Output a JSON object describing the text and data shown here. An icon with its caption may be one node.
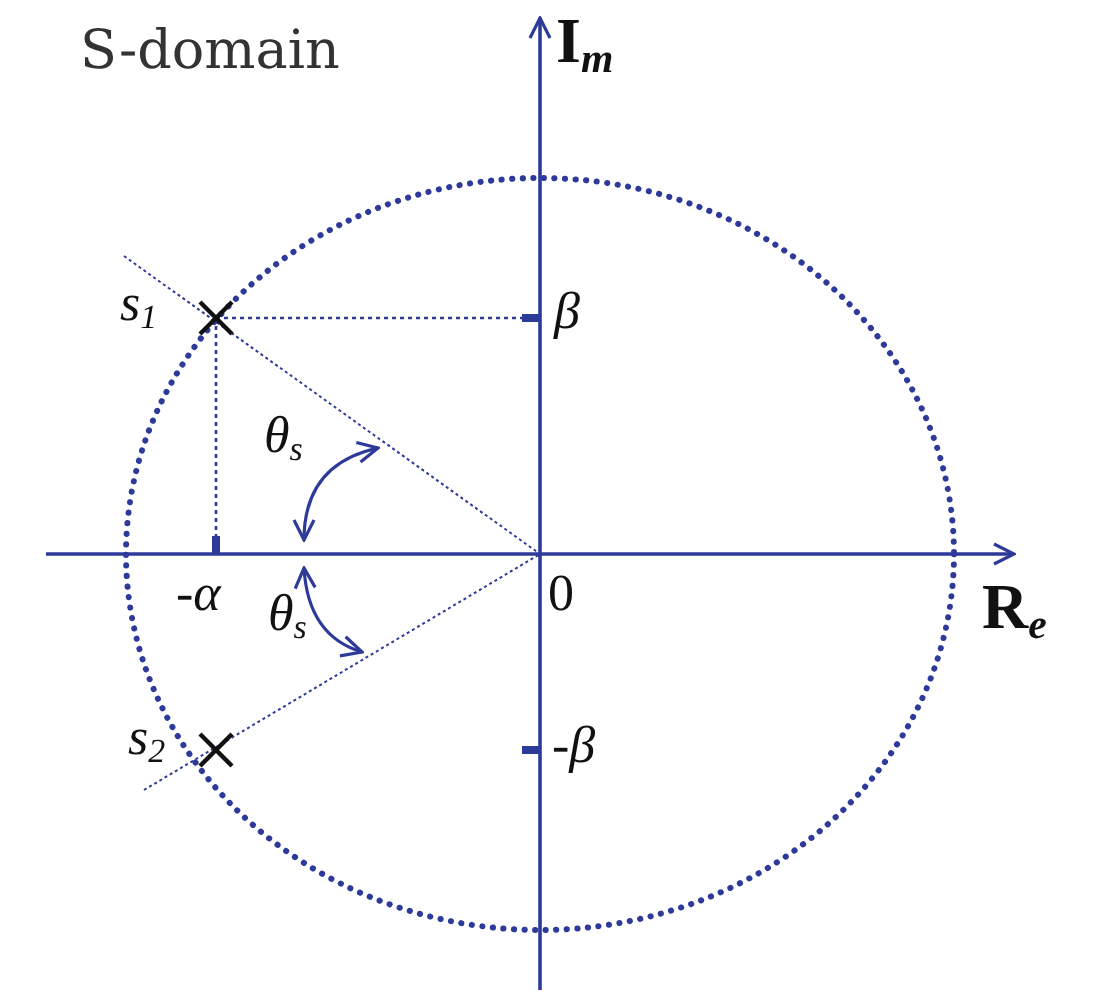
{
  "diagram": {
    "title": "S-domain",
    "labels": [
      "I$_{m}$",
      "s$_{1}$",
      "β",
      "θ$_{s}$",
      "-α",
      "0",
      "θ$_{s}$",
      "R$_{e}$",
      "s$_{2}$",
      "-β"
    ]
  }
}
